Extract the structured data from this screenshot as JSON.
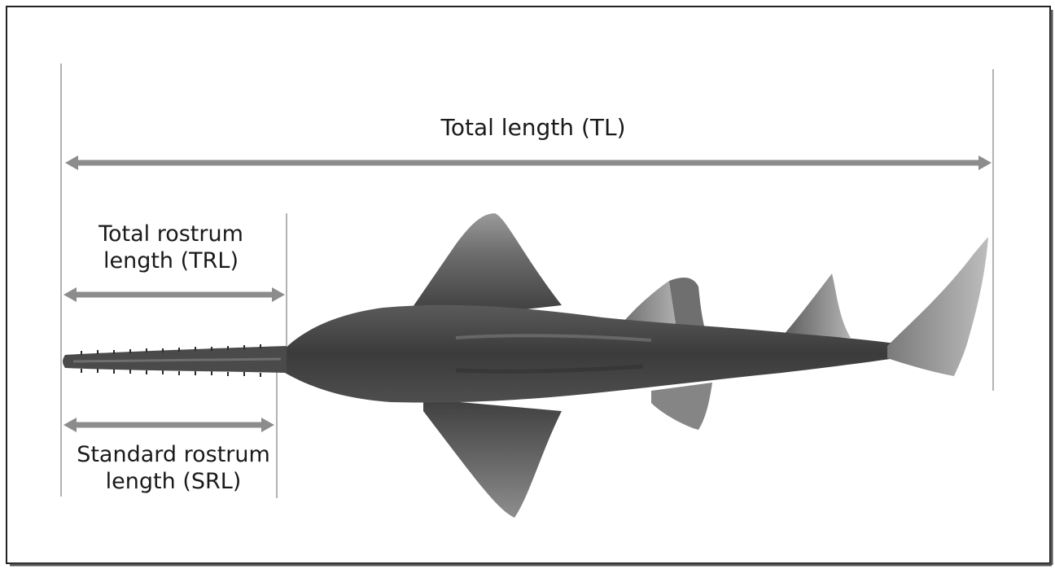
{
  "labels": {
    "total_length": "Total length (TL)",
    "total_rostrum_line1": "Total rostrum",
    "total_rostrum_line2": "length (TRL)",
    "standard_rostrum_line1": "Standard rostrum",
    "standard_rostrum_line2": "length (SRL)"
  },
  "colors": {
    "arrow": "#8c8c8c",
    "frame": "#222222",
    "guide_line": "#9a9a9a",
    "fish_body": "#4a4a4a",
    "fish_dark": "#333333",
    "fish_light": "#a9a9a9"
  },
  "subject_icon": "sawfish-dorsal-view"
}
